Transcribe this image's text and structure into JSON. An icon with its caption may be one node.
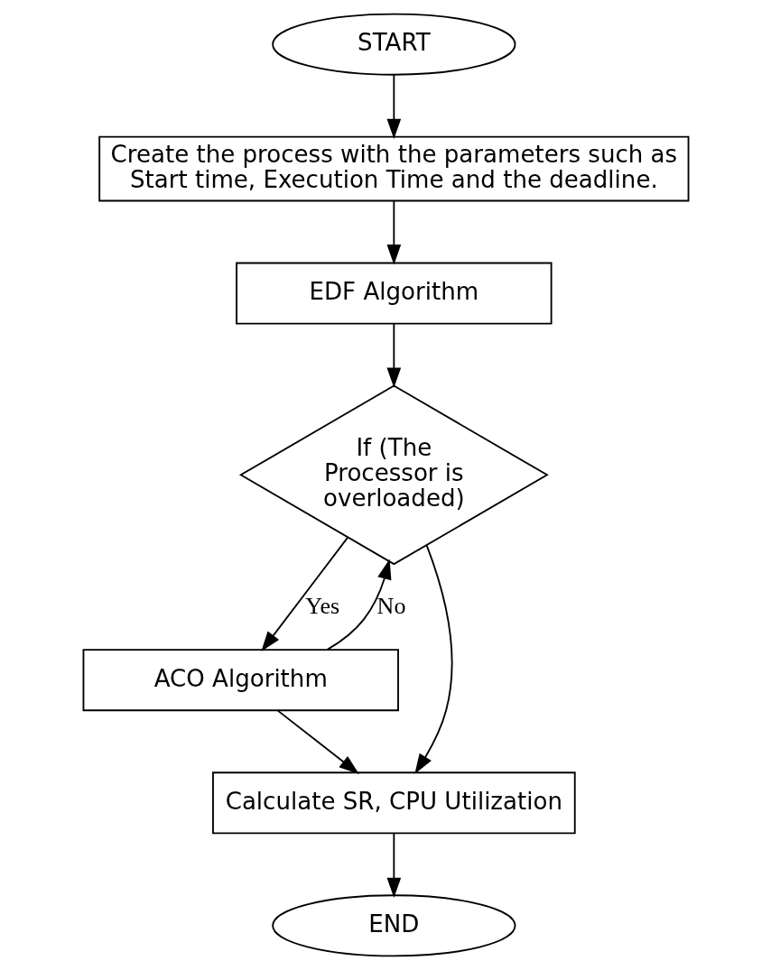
{
  "diagram": {
    "nodes": [
      {
        "text": [
          "START"
        ]
      },
      {
        "text": [
          "Create the process with the parameters such as Start time, Execution Time and the deadline."
        ]
      },
      {
        "text": [
          "EDF Algorithm"
        ]
      },
      {
        "text": [
          "If (The Processor is overloaded)"
        ]
      },
      {
        "text": [
          "ACO Algorithm"
        ]
      },
      {
        "text": [
          "Calculate SR, CPU Utilization"
        ]
      },
      {
        "text": [
          "END"
        ]
      }
    ],
    "edges": [
      {
        "from": 0,
        "to": 1,
        "arrow": "to"
      },
      {
        "from": 1,
        "to": 2,
        "arrow": "to"
      },
      {
        "from": 2,
        "to": 3,
        "arrow": "to"
      },
      {
        "from": 3,
        "to": 4,
        "arrow": "to",
        "label": "Yes"
      },
      {
        "from": 4,
        "to": 3,
        "arrow": "to",
        "label": "No"
      },
      {
        "from": 3,
        "to": 5,
        "arrow": "to"
      },
      {
        "from": 4,
        "to": 5,
        "arrow": "to"
      },
      {
        "from": 5,
        "to": 6,
        "arrow": "to"
      }
    ]
  }
}
